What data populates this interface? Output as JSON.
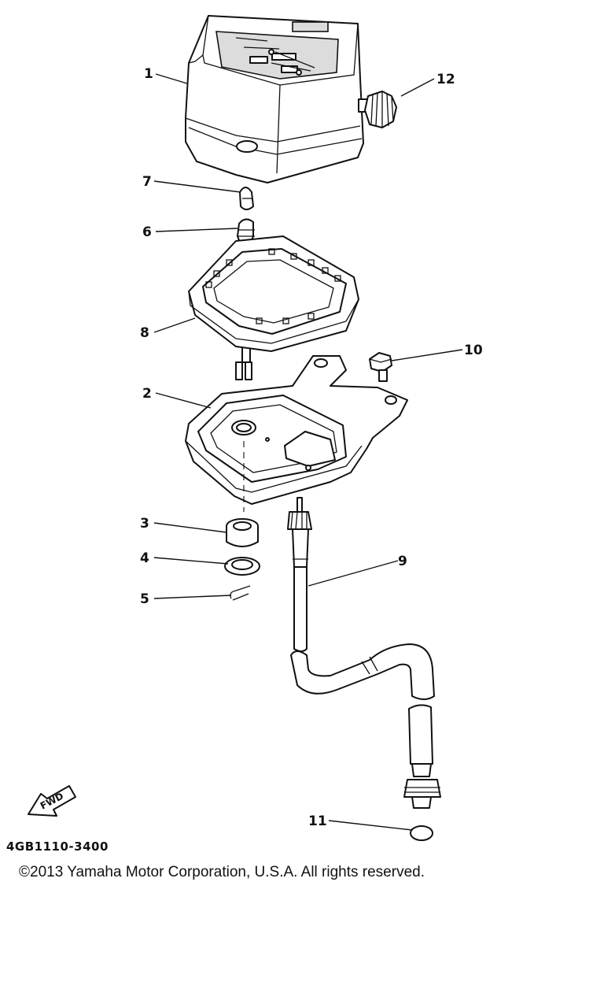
{
  "callouts": [
    "1",
    "12",
    "7",
    "6",
    "8",
    "10",
    "2",
    "3",
    "4",
    "5",
    "9",
    "11"
  ],
  "fwd_label": "FWD",
  "diagram_code": "4GB1110-3400",
  "copyright": "©2013 Yamaha Motor Corporation, U.S.A. All rights reserved."
}
